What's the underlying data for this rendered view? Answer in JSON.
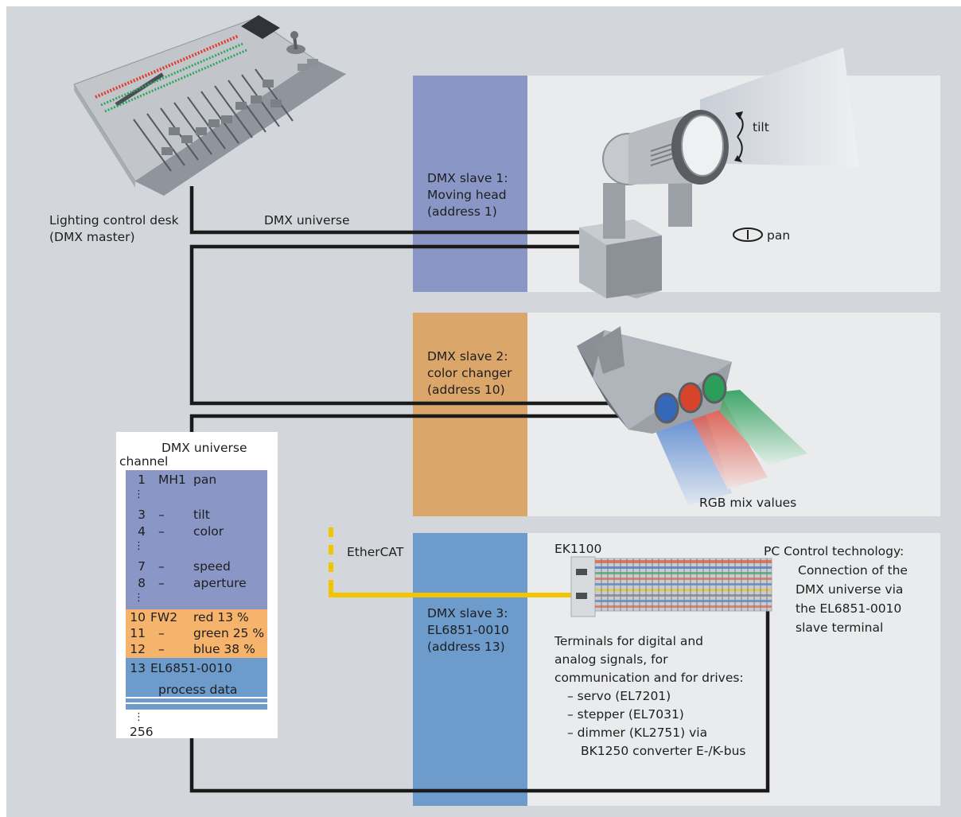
{
  "colors": {
    "background": "#d3d7db",
    "panel": "#e9ebed",
    "slave1": "#8a97c6",
    "slave2": "#dba66a",
    "slave3": "#6c9bcc",
    "cable": "#1a1a1a",
    "ethercat": "#f5c400"
  },
  "desk": {
    "label_line1": "Lighting control desk",
    "label_line2": "(DMX master)"
  },
  "universe_label": "DMX universe",
  "slaves": [
    {
      "line1": "DMX slave 1:",
      "line2": "Moving head",
      "line3": "(address 1)"
    },
    {
      "line1": "DMX slave 2:",
      "line2": "color changer",
      "line3": "(address 10)"
    },
    {
      "line1": "DMX slave 3:",
      "line2": "EL6851-0010",
      "line3": "(address 13)"
    }
  ],
  "moving_head": {
    "tilt": "tilt",
    "pan": "pan"
  },
  "color_changer": {
    "label": "RGB mix values"
  },
  "ethercat_label": "EtherCAT",
  "coupler_label": "EK1100",
  "pc_control": {
    "line1": "PC Control technology:",
    "line2": "Connection of the",
    "line3": "DMX universe via",
    "line4": "the EL6851-0010",
    "line5": "slave terminal"
  },
  "terminals": {
    "line1": "Terminals for digital and",
    "line2": "analog signals, for",
    "line3": "communication and for drives:",
    "items": [
      "– servo (EL7201)",
      "– stepper (EL7031)",
      "– dimmer (KL2751) via",
      "BK1250 converter E-/K-bus"
    ]
  },
  "table": {
    "title": "DMX universe",
    "subtitle": "channel",
    "rows": [
      {
        "ch": "1",
        "dev": "MH1",
        "param": "pan"
      },
      {
        "ch": "3",
        "dev": "–",
        "param": "tilt"
      },
      {
        "ch": "4",
        "dev": "–",
        "param": "color"
      },
      {
        "ch": "7",
        "dev": "–",
        "param": "speed"
      },
      {
        "ch": "8",
        "dev": "–",
        "param": "aperture"
      },
      {
        "ch": "10",
        "dev": "FW2",
        "param": "red 13 %"
      },
      {
        "ch": "11",
        "dev": "–",
        "param": "green 25 %"
      },
      {
        "ch": "12",
        "dev": "–",
        "param": "blue 38 %"
      },
      {
        "ch": "13",
        "dev": "EL6851-0010",
        "param": "process data"
      }
    ],
    "ellipsis": "⋮",
    "last": "256"
  }
}
